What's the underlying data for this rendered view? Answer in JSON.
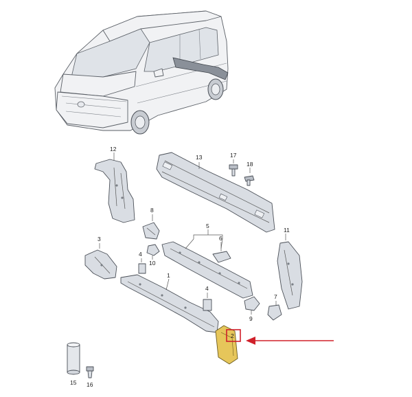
{
  "labels": {
    "p1": "1",
    "p2": "2",
    "p3": "3",
    "p4a": "4",
    "p4b": "4",
    "p5": "5",
    "p6": "6",
    "p7": "7",
    "p8": "8",
    "p9": "9",
    "p10": "10",
    "p11": "11",
    "p12": "12",
    "p13": "13",
    "p15": "15",
    "p16": "16",
    "p17": "17",
    "p18": "18"
  },
  "colors": {
    "highlight_part": "#e6c65a",
    "callout_box": "#d0202a",
    "arrow": "#d0202a"
  }
}
